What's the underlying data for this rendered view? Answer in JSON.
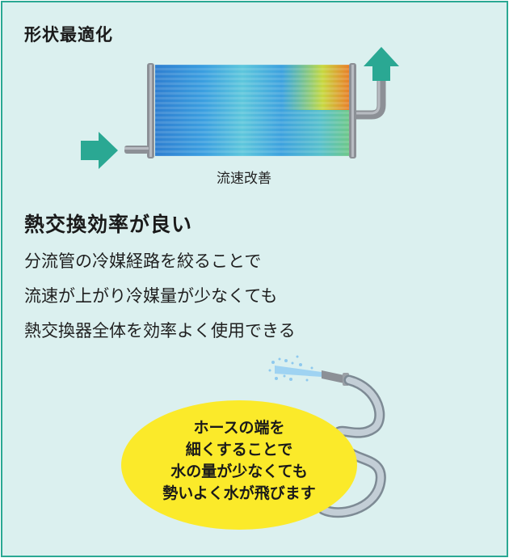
{
  "section_label": "形状最適化",
  "figure": {
    "caption": "流速改善",
    "colors": {
      "arrow": "#2aa893",
      "pipe": "#8c9096"
    }
  },
  "headline": "熱交換効率が良い",
  "body_lines": [
    "分流管の冷媒経路を絞ることで",
    "流速が上がり冷媒量が少なくても",
    "熱交換器全体を効率よく使用できる"
  ],
  "bubble_lines": [
    "ホースの端を",
    "細くすることで",
    "水の量が少なくても",
    "勢いよく水が飛びます"
  ],
  "colors": {
    "panel_bg": "#dbf0ef",
    "border": "#2aa893",
    "bubble": "#fbea2a"
  }
}
